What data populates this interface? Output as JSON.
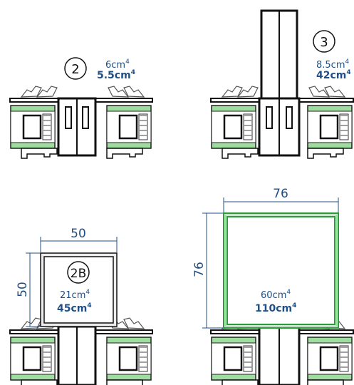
{
  "colors": {
    "text": "#1f4f86",
    "green_light": "#9fdc9f",
    "green_dark": "#2e9a3e",
    "glass": "#dcdcdc",
    "profile": "#111111",
    "gasket": "#555555"
  },
  "details": [
    {
      "id": "detail-2",
      "label": "2",
      "value_secondary": "6cm",
      "value_primary": "5.5cm",
      "exp": "4"
    },
    {
      "id": "detail-3",
      "label": "3",
      "value_secondary": "8.5cm",
      "value_primary": "42cm",
      "exp": "4"
    },
    {
      "id": "detail-2b",
      "label": "2B",
      "value_secondary": "21cm",
      "value_primary": "45cm",
      "exp": "4",
      "dim_width": "50",
      "dim_height": "50"
    },
    {
      "id": "detail-4",
      "value_secondary": "60cm",
      "value_primary": "110cm",
      "exp": "4",
      "dim_width": "76",
      "dim_height": "76"
    }
  ]
}
